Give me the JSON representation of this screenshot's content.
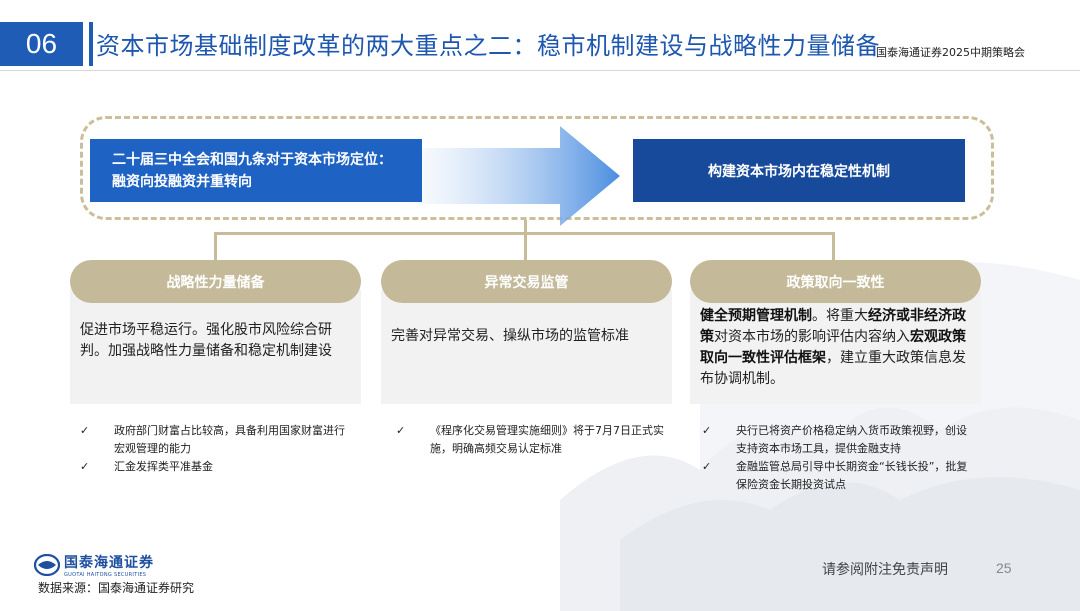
{
  "header": {
    "section_number": "06",
    "title": "资本市场基础制度改革的两大重点之二：稳市机制建设与战略性力量储备",
    "subtitle": "国泰海通证券2025中期策略会"
  },
  "flow": {
    "left_box": "二十届三中全会和国九条对于资本市场定位：融资向投融资并重转向",
    "right_box": "构建资本市场内在稳定性机制"
  },
  "columns": [
    {
      "header": "战略性力量储备",
      "body": "促进市场平稳运行。强化股市风险综合研判。加强战略性力量储备和稳定机制建设",
      "bullets": [
        "政府部门财富占比较高，具备利用国家财富进行宏观管理的能力",
        "汇金发挥类平准基金"
      ]
    },
    {
      "header": "异常交易监管",
      "body": "完善对异常交易、操纵市场的监管标准",
      "bullets": [
        "《程序化交易管理实施细则》将于7月7日正式实施，明确高频交易认定标准"
      ]
    },
    {
      "header": "政策取向一致性",
      "body_parts": [
        {
          "text": "健全预期管理机制",
          "bold": true
        },
        {
          "text": "。将重大",
          "bold": false
        },
        {
          "text": "经济或非经济政策",
          "bold": true
        },
        {
          "text": "对资本市场的影响评估内容纳入",
          "bold": false
        },
        {
          "text": "宏观政策取向一致性评估框架",
          "bold": true
        },
        {
          "text": "，建立重大政策信息发布协调机制。",
          "bold": false
        }
      ],
      "bullets": [
        "央行已将资产价格稳定纳入货币政策视野，创设支持资本市场工具，提供金融支持",
        "金融监管总局引导中长期资金“长钱长投”，批复保险资金长期投资试点"
      ]
    }
  ],
  "footer": {
    "logo_cn": "国泰海通证券",
    "logo_en": "GUOTAI HAITONG SECURITIES",
    "source": "数据来源：国泰海通证券研究",
    "disclaimer": "请参阅附注免责声明",
    "page_number": "25"
  },
  "colors": {
    "brand_blue": "#1e5cb6",
    "dark_blue": "#174a9a",
    "gold": "#c4ba99",
    "card_gray": "#f2f2f2"
  },
  "icons": {
    "bullet": "check-icon",
    "arrow": "right-arrow-icon"
  }
}
